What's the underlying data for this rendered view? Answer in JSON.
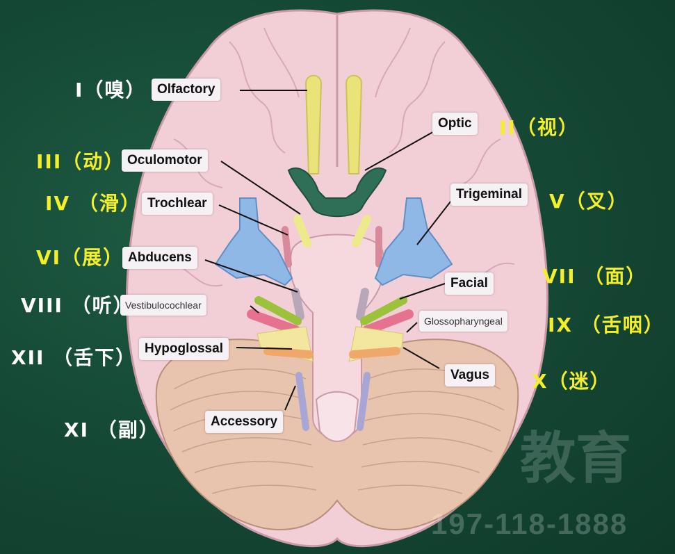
{
  "nerves": [
    {
      "key": "olfactory",
      "en": "Olfactory",
      "cn": "I（嗅）"
    },
    {
      "key": "optic",
      "en": "Optic",
      "cn": "II（视）"
    },
    {
      "key": "oculomotor",
      "en": "Oculomotor",
      "cn": "III（动）"
    },
    {
      "key": "trochlear",
      "en": "Trochlear",
      "cn": "IV （滑）"
    },
    {
      "key": "trigeminal",
      "en": "Trigeminal",
      "cn": "V（叉）"
    },
    {
      "key": "abducens",
      "en": "Abducens",
      "cn": "VI（展）"
    },
    {
      "key": "facial",
      "en": "Facial",
      "cn": "VII （面）"
    },
    {
      "key": "vestibulocochlear",
      "en": "Vestibulocochlear",
      "cn": "VIII （听）"
    },
    {
      "key": "glossopharyngeal",
      "en": "Glossopharyngeal",
      "cn": "IX （舌咽）"
    },
    {
      "key": "vagus",
      "en": "Vagus",
      "cn": "X（迷）"
    },
    {
      "key": "accessory",
      "en": "Accessory",
      "cn": "XI （副）"
    },
    {
      "key": "hypoglossal",
      "en": "Hypoglossal",
      "cn": "XII （舌下）"
    }
  ],
  "watermark": {
    "text": "教育",
    "phone": "197-118-1888"
  },
  "colors": {
    "background": "#154a36",
    "brain": "#f2cfd6",
    "cerebellum": "#e8c3ad",
    "olfactory": "#e9e37a",
    "optic": "#2f6e57",
    "trigeminal": "#8fb8e6",
    "facial": "#9bc23a",
    "vestibulocochlear": "#e5738f",
    "glossopharyngeal": "#f3e7a0",
    "vagus": "#f0a76c",
    "accessory": "#a7a6d4",
    "chinese_label": "#f4ef2a"
  }
}
